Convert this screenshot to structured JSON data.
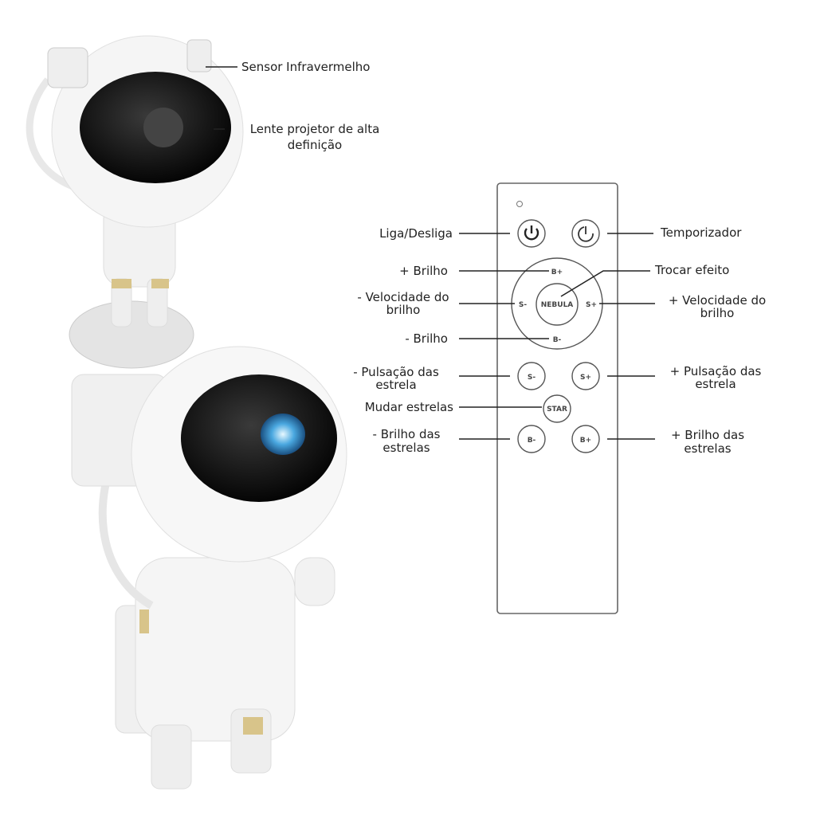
{
  "product_labels": {
    "sensor": "Sensor Infravermelho",
    "lens_line1": "Lente projetor de alta",
    "lens_line2": "definição"
  },
  "remote": {
    "buttons": {
      "brightness_up": "B+",
      "speed_down": "S-",
      "speed_up": "S+",
      "brightness_down": "B-",
      "nebula": "NEBULA",
      "pulse_down": "S-",
      "pulse_up": "S+",
      "star": "STAR",
      "star_brightness_down": "B-",
      "star_brightness_up": "B+"
    },
    "left_labels": {
      "power": "Liga/Desliga",
      "brightness_up": "+ Brilho",
      "speed_down_1": "- Velocidade do",
      "speed_down_2": "brilho",
      "brightness_down": "- Brilho",
      "pulse_down_1": "- Pulsação das",
      "pulse_down_2": "estrela",
      "change_stars": "Mudar estrelas",
      "star_brightness_down_1": "- Brilho das",
      "star_brightness_down_2": "estrelas"
    },
    "right_labels": {
      "timer": "Temporizador",
      "change_effect": "Trocar efeito",
      "speed_up_1": "+ Velocidade do",
      "speed_up_2": "brilho",
      "pulse_up_1": "+ Pulsação das",
      "pulse_up_2": "estrela",
      "star_brightness_up_1": "+ Brilho das",
      "star_brightness_up_2": "estrelas"
    }
  }
}
